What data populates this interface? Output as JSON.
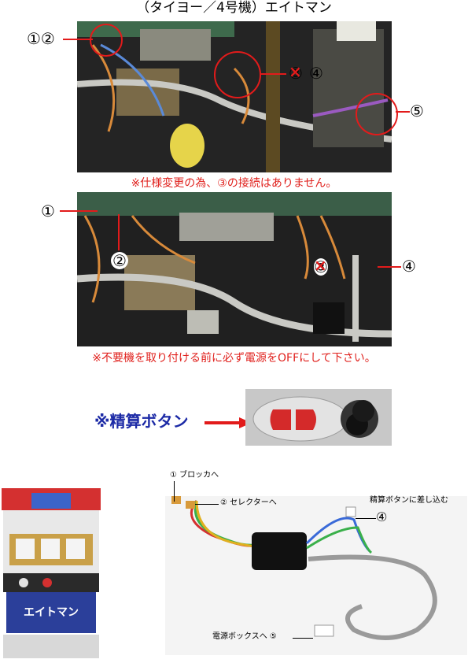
{
  "title": "（タイヨー／4号機）エイトマン",
  "photo1": {
    "label_12": "①②",
    "label_3x": "③",
    "label_4": "④",
    "label_5": "⑤"
  },
  "note1": "※仕様変更の為、③の接続はありません。",
  "photo2": {
    "label_1": "①",
    "label_2": "②",
    "label_3x": "③",
    "label_4": "④"
  },
  "note2": "※不要機を取り付ける前に必ず電源をOFFにして下さい。",
  "seisan_label": "※精算ボタン",
  "harness": {
    "label_1": "① ブロッカへ",
    "label_2": "② セレクターへ",
    "label_4_text": "精算ボタンに差し込む",
    "label_4": "④",
    "label_5_text": "電源ボックスへ ⑤"
  },
  "machine": {
    "logo_text": "エイトマン"
  },
  "colors": {
    "accent_red": "#e21b1b",
    "label_blue": "#1c2aa6"
  }
}
